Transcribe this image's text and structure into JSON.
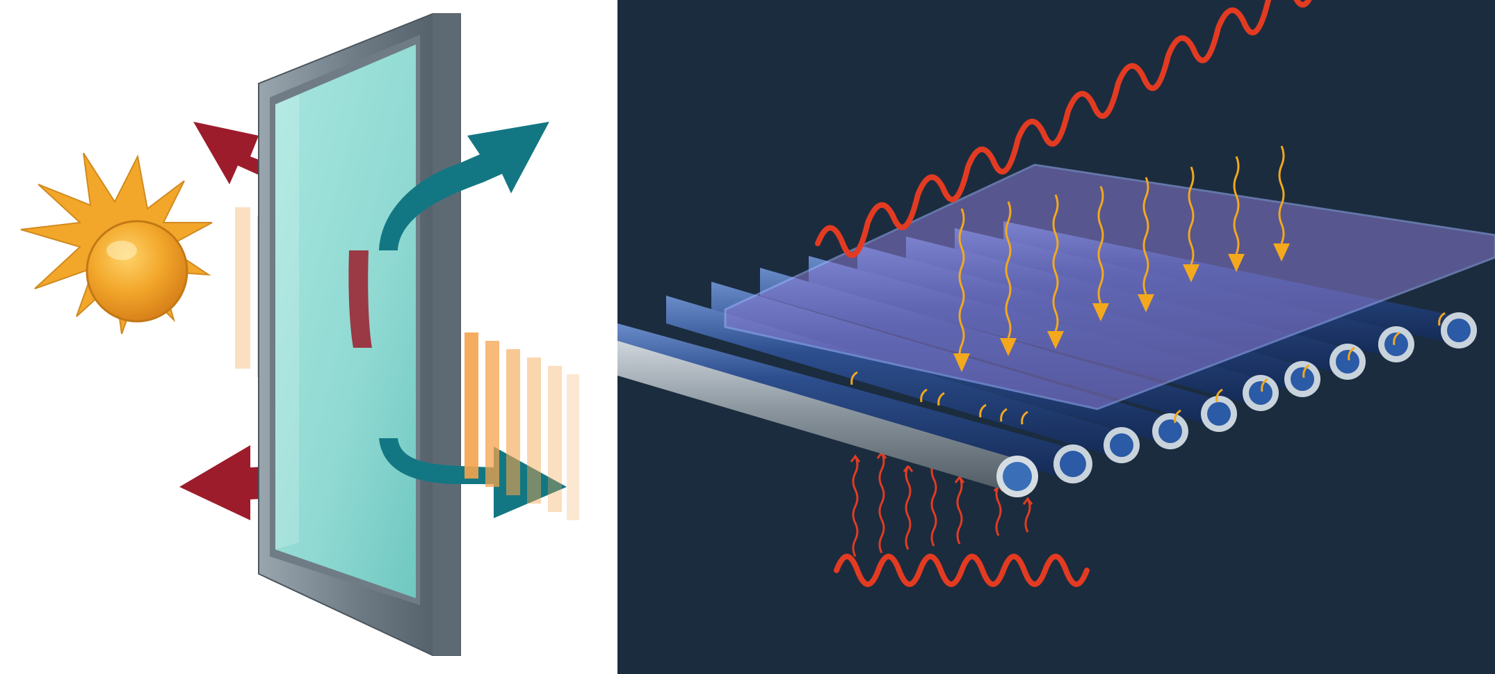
{
  "panels": [
    {
      "id": "window-glazing"
    },
    {
      "id": "solar-tube-collector"
    }
  ],
  "colors": {
    "left_background": "#ffffff",
    "right_background": "#1b2c3e",
    "sun": "#f2a72a",
    "sun_core": "#f0a01e",
    "reflected_arrow": "#9c1c2c",
    "transmitted_arrow": "#137783",
    "glass": "#8fd9d2",
    "frame": "#7b8791",
    "light_band": "#f4a34c",
    "heat_wave": "#e33b22",
    "absorbed_arrow": "#f3a81d",
    "tube": "#27457e",
    "absorber_plate": "#8a7ad1"
  },
  "icons": {
    "sun": "sun-icon",
    "reflected": "arrow-icon",
    "transmitted": "arrow-icon",
    "heat": "wave-icon"
  },
  "counts": {
    "collector_tubes": 10,
    "incident_heat_arrows": 8,
    "emitted_heat_arrows": 7
  }
}
